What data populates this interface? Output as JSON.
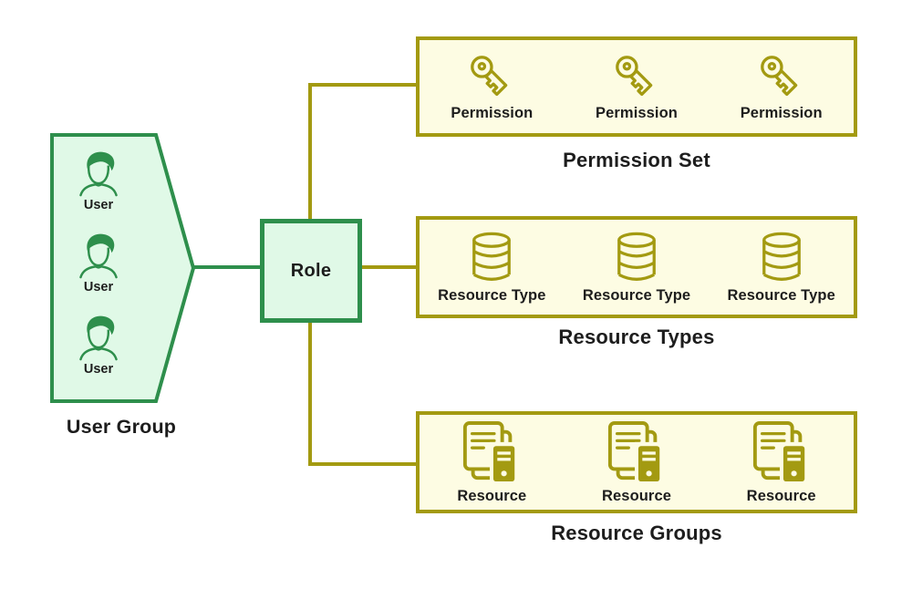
{
  "user_group": {
    "title": "User Group",
    "users": [
      "User",
      "User",
      "User"
    ]
  },
  "role": {
    "label": "Role"
  },
  "groups": [
    {
      "title": "Permission Set",
      "icon": "key-icon",
      "items": [
        "Permission",
        "Permission",
        "Permission"
      ]
    },
    {
      "title": "Resource Types",
      "icon": "database-icon",
      "items": [
        "Resource Type",
        "Resource Type",
        "Resource Type"
      ]
    },
    {
      "title": "Resource Groups",
      "icon": "document-server-icon",
      "items": [
        "Resource",
        "Resource",
        "Resource"
      ]
    }
  ],
  "colors": {
    "green": "#2e8f4c",
    "green_fill": "#e0f9e7",
    "olive": "#a39a11",
    "olive_fill": "#fdfce3",
    "ink": "#1d1d1d",
    "background": "#ffffff"
  }
}
